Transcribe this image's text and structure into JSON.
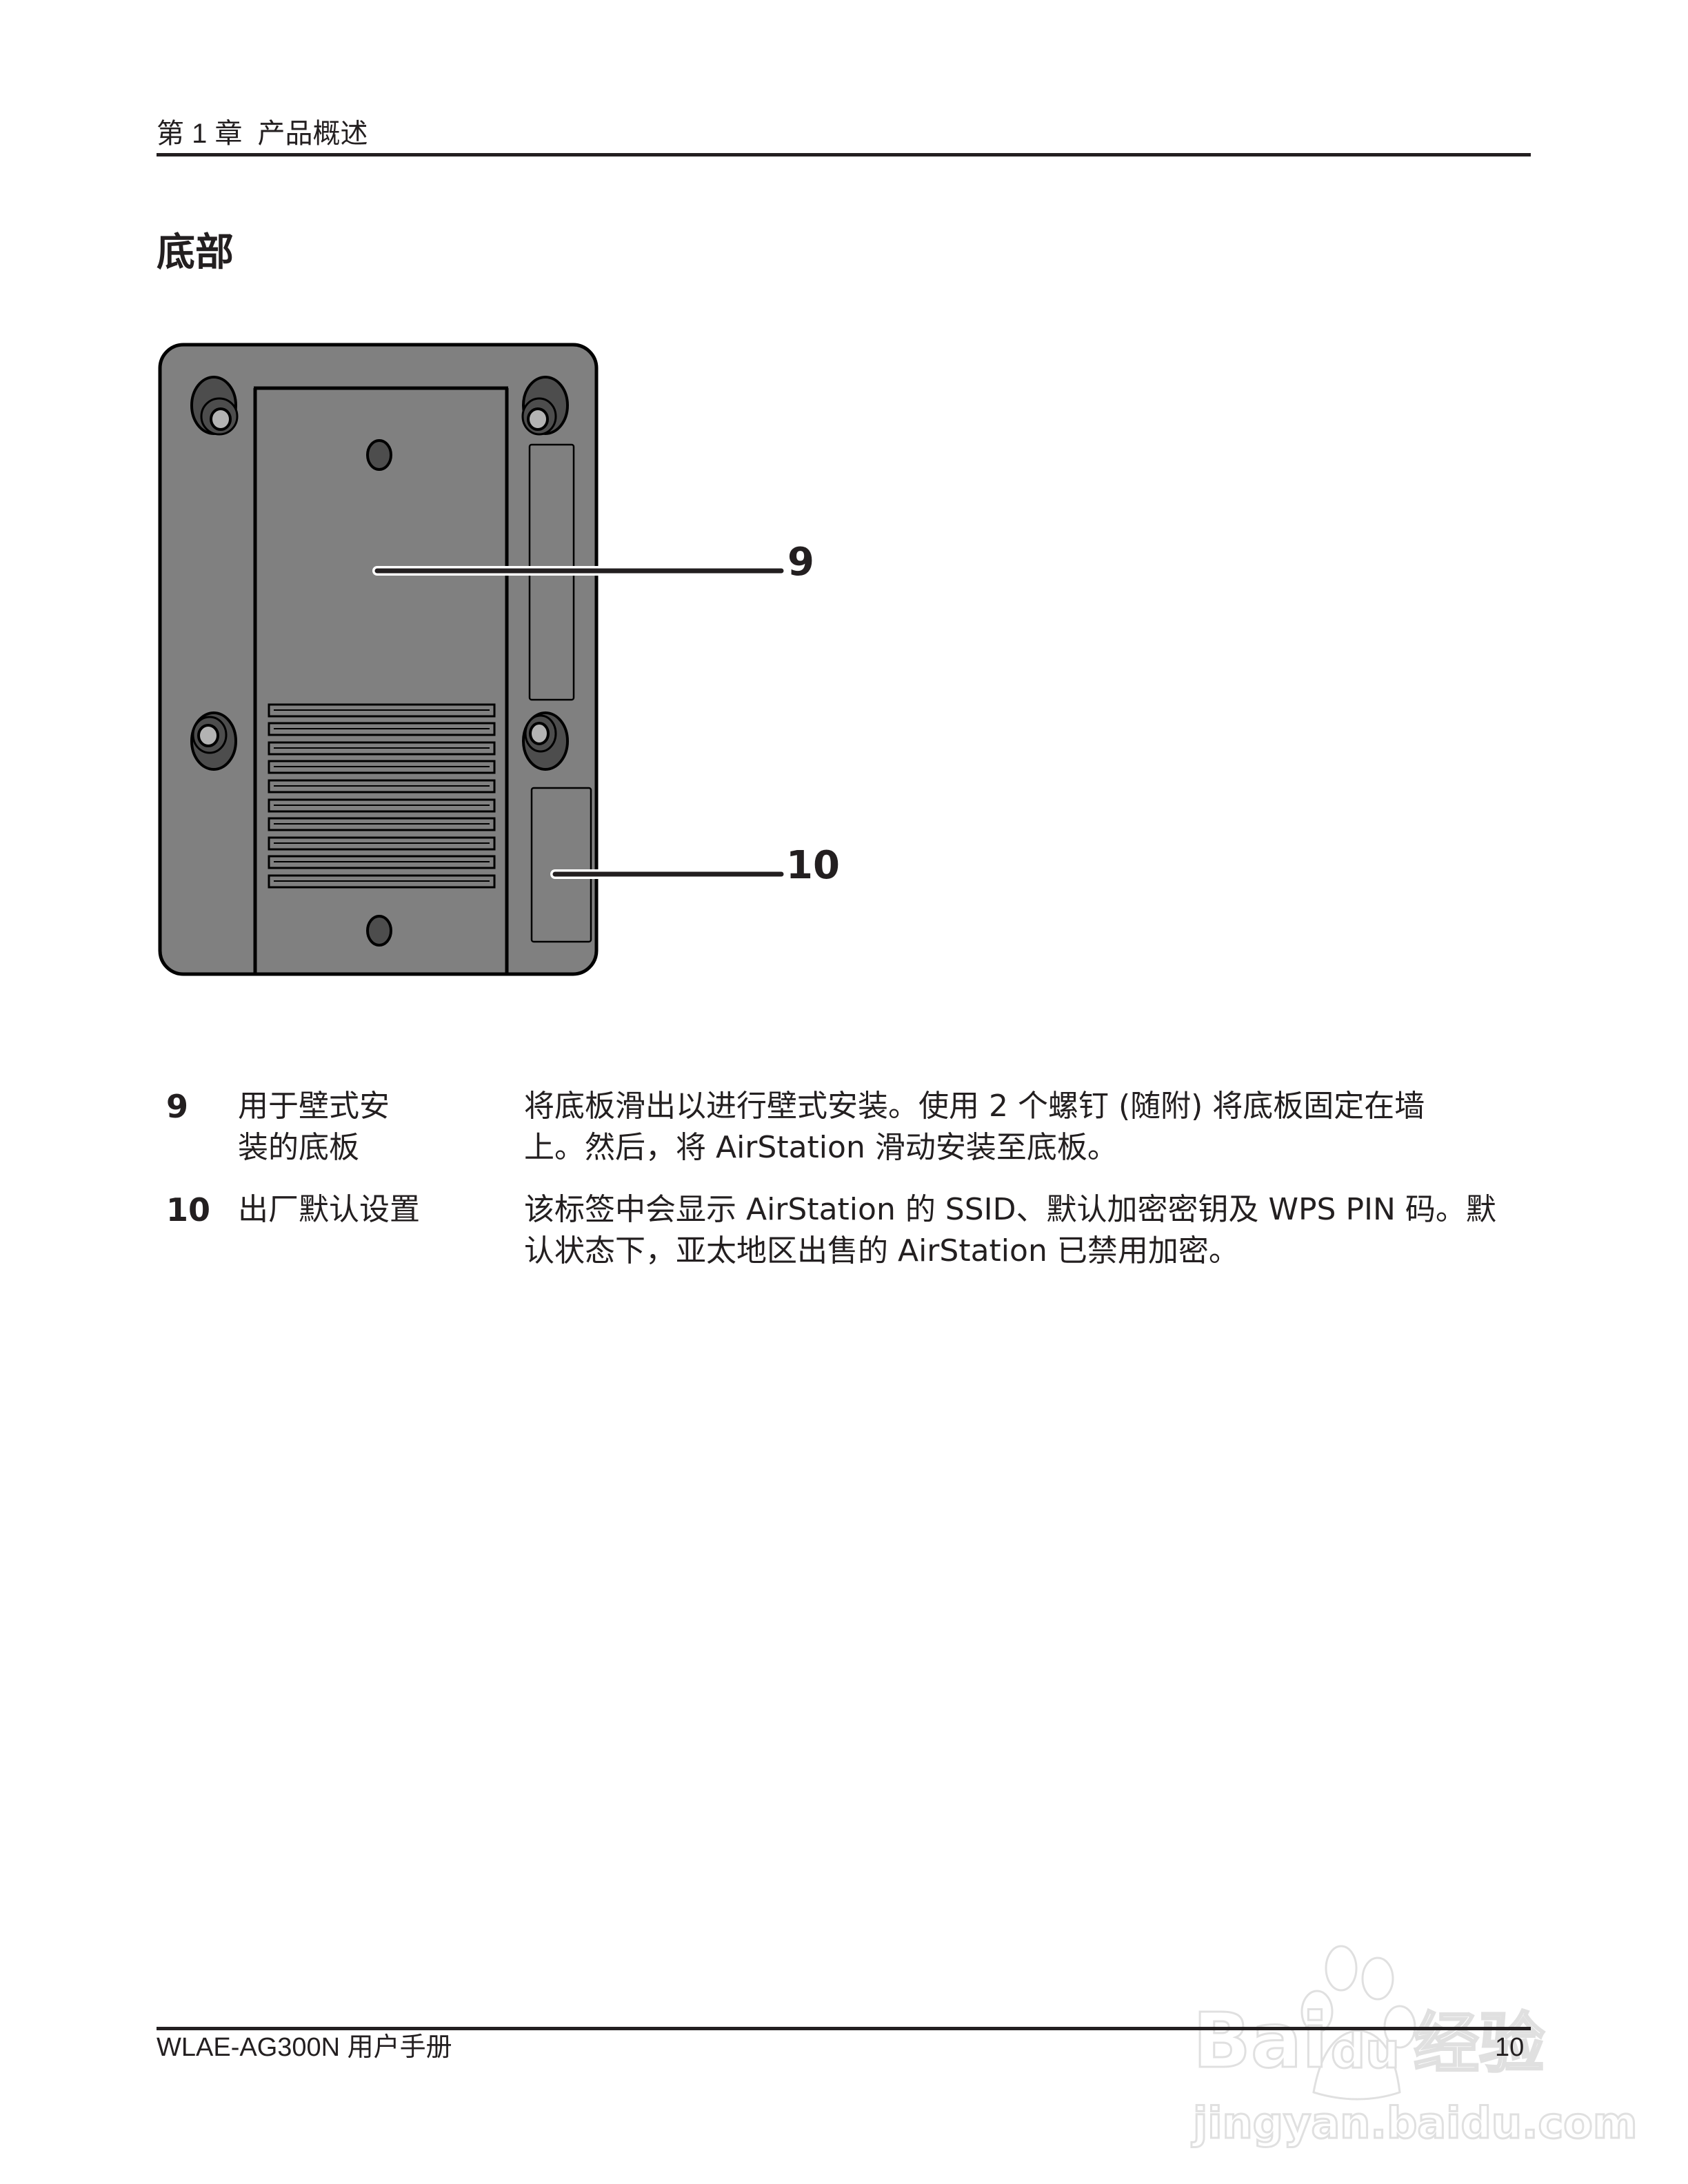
{
  "header": {
    "chapter_label": "第 1 章",
    "chapter_title": "产品概述"
  },
  "section": {
    "title": "底部"
  },
  "figure": {
    "description": "Bottom view of WLAE-AG300N device",
    "colors": {
      "body": "#808080",
      "outline": "#000000",
      "feet": "#4d4d4d",
      "feet_center": "#b3b3b3"
    },
    "callouts": [
      {
        "number": "9"
      },
      {
        "number": "10"
      }
    ]
  },
  "items": [
    {
      "number": "9",
      "name_lines": [
        "用于壁式安",
        "装的底板"
      ],
      "desc_lines": [
        "将底板滑出以进行壁式安装。使用 2 个螺钉 (随附) 将底板固定在墙",
        "上。然后，将 AirStation 滑动安装至底板。"
      ]
    },
    {
      "number": "10",
      "name_lines": [
        "出厂默认设置"
      ],
      "desc_lines": [
        "该标签中会显示 AirStation 的 SSID、默认加密密钥及 WPS PIN 码。默",
        "认状态下，亚太地区出售的 AirStation 已禁用加密。"
      ]
    }
  ],
  "footer": {
    "manual_title": "WLAE-AG300N 用户手册",
    "page_number": "10"
  },
  "watermark": {
    "logo_text": "Bai",
    "logo_paw_text": "du",
    "logo_cn": "经验",
    "url": "jingyan.baidu.com"
  }
}
